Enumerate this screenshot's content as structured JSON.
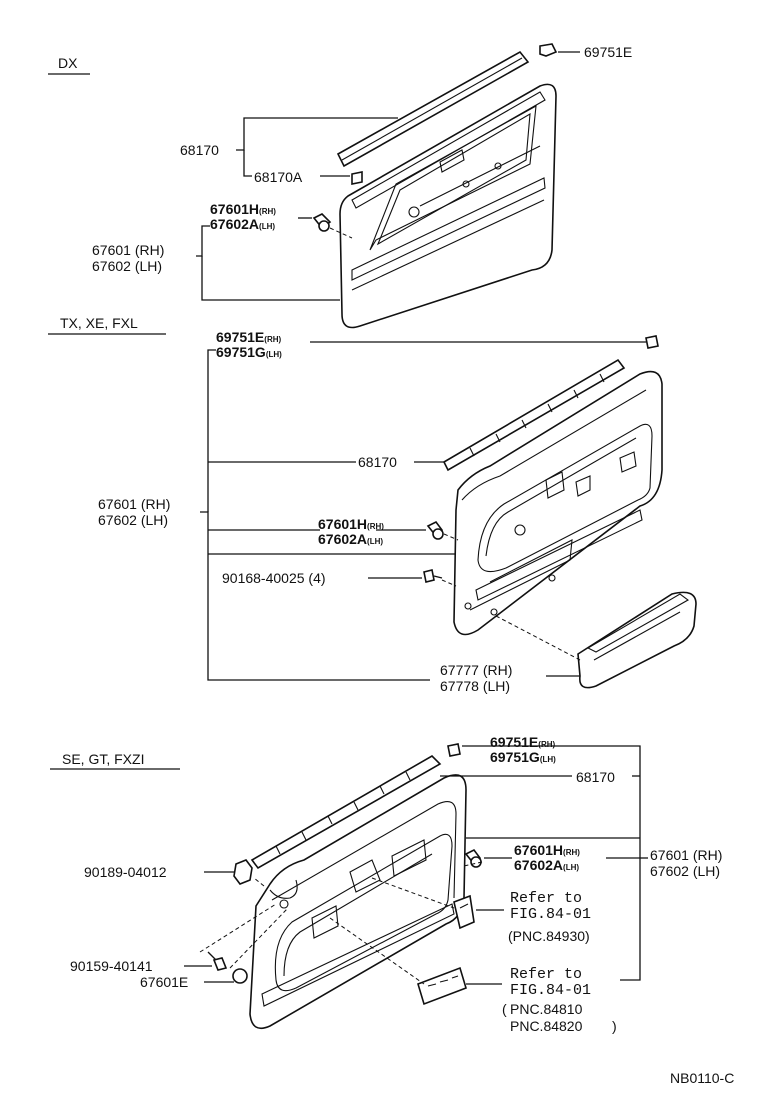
{
  "sections": {
    "dx": {
      "title": "DX",
      "labels": {
        "clip_top": "69751E",
        "moulding": "68170",
        "moulding_a": "68170A",
        "panel_rh": "67601 (RH)",
        "panel_lh": "67602 (LH)",
        "clip_rh": "67601H",
        "clip_rh_sub": "(RH)",
        "clip_lh": "67602A",
        "clip_lh_sub": "(LH)"
      }
    },
    "tx": {
      "title": "TX, XE, FXL",
      "labels": {
        "clip_rh": "69751E",
        "clip_rh_sub": "(RH)",
        "clip_lh": "69751G",
        "clip_lh_sub": "(LH)",
        "moulding": "68170",
        "panel_rh": "67601 (RH)",
        "panel_lh": "67602 (LH)",
        "fastener_rh": "67601H",
        "fastener_rh_sub": "(RH)",
        "fastener_lh": "67602A",
        "fastener_lh_sub": "(LH)",
        "screw": "90168-40025 (4)",
        "pocket_rh": "67777 (RH)",
        "pocket_lh": "67778 (LH)"
      }
    },
    "se": {
      "title": "SE, GT, FXZI",
      "labels": {
        "clip_rh": "69751E",
        "clip_rh_sub": "(RH)",
        "clip_lh": "69751G",
        "clip_lh_sub": "(LH)",
        "moulding": "68170",
        "fastener_rh": "67601H",
        "fastener_rh_sub": "(RH)",
        "fastener_lh": "67602A",
        "fastener_lh_sub": "(LH)",
        "panel_rh": "67601 (RH)",
        "panel_lh": "67602 (LH)",
        "nut": "90189-04012",
        "screw": "90159-40141",
        "clip_e": "67601E",
        "ref1_line1": "Refer to",
        "ref1_line2": "FIG.84-01",
        "ref1_pnc": "(PNC.84930)",
        "ref2_line1": "Refer to",
        "ref2_line2": "FIG.84-01",
        "ref2_pnc1": "PNC.84810",
        "ref2_pnc2": "PNC.84820"
      }
    }
  },
  "footer": {
    "code": "NB0110-C"
  }
}
